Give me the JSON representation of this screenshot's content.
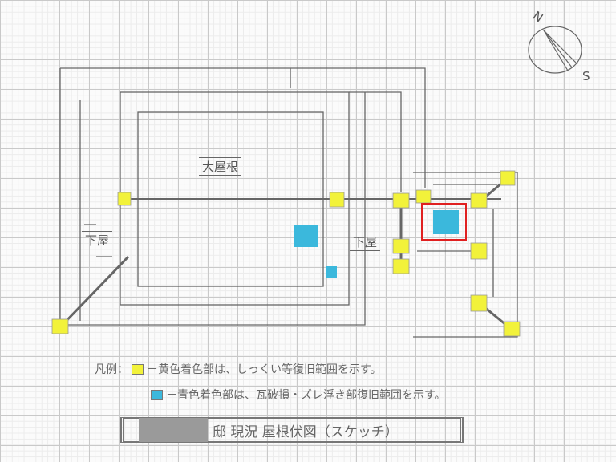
{
  "labels": {
    "main_roof": "大屋根",
    "lower_roof_left": "下屋",
    "lower_roof_right": "下屋"
  },
  "compass": {
    "north": "N",
    "south": "S"
  },
  "legend": {
    "heading": "凡例：",
    "items": [
      {
        "text": "－黄色着色部は、しっくい等復旧範囲を示す。",
        "color": "#f2f23a"
      },
      {
        "text": "－青色着色部は、瓦破損・ズレ浮き部復旧範囲を示す。",
        "color": "#3bb8dc"
      }
    ]
  },
  "title": {
    "text": "邸 現況 屋根伏図（スケッチ）",
    "redacted": true
  },
  "colors": {
    "yellow": "#f2f23a",
    "blue": "#3bb8dc",
    "highlight": "#e02020",
    "line": "#555555"
  }
}
